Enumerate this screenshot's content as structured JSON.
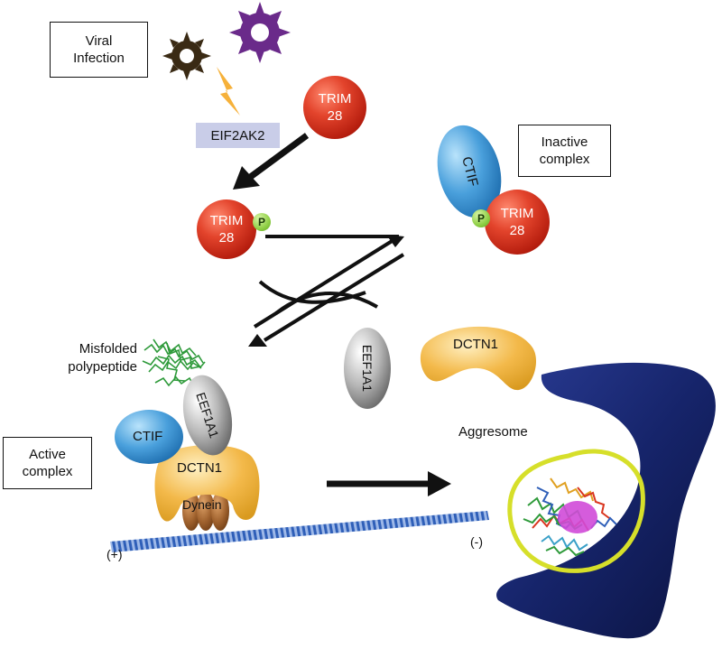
{
  "labels": {
    "viral_infection_line1": "Viral",
    "viral_infection_line2": "Infection",
    "eif2ak2": "EIF2AK2",
    "trim": "TRIM",
    "trim_num": "28",
    "phospho": "P",
    "inactive_line1": "Inactive",
    "inactive_line2": "complex",
    "active_line1": "Active",
    "active_line2": "complex",
    "ctif": "CTIF",
    "eef1a1": "EEF1A1",
    "dctn1": "DCTN1",
    "dynein": "Dynein",
    "misfolded_line1": "Misfolded",
    "misfolded_line2": "polypeptide",
    "aggresome": "Aggresome",
    "plus_end": "(+)",
    "minus_end": "(-)"
  },
  "colors": {
    "virus_dark": "#3a2a14",
    "virus_purple": "#6a2a8a",
    "eif2ak2_bg": "#c9cde8",
    "trim_red": "#d9351f",
    "phospho_green": "#8fcf45",
    "ctif_blue": "#4aa0dc",
    "eef1a1_gray": "#b8b8b8",
    "dctn1_orange": "#f3b94a",
    "dynein_brown": "#a0622e",
    "microtubule_blue": "#2f5fb8",
    "nucleus_navy": "#1a2a6e",
    "aggresome_ring": "#d6df2a",
    "misfolded_green": "#2e9a3a"
  }
}
